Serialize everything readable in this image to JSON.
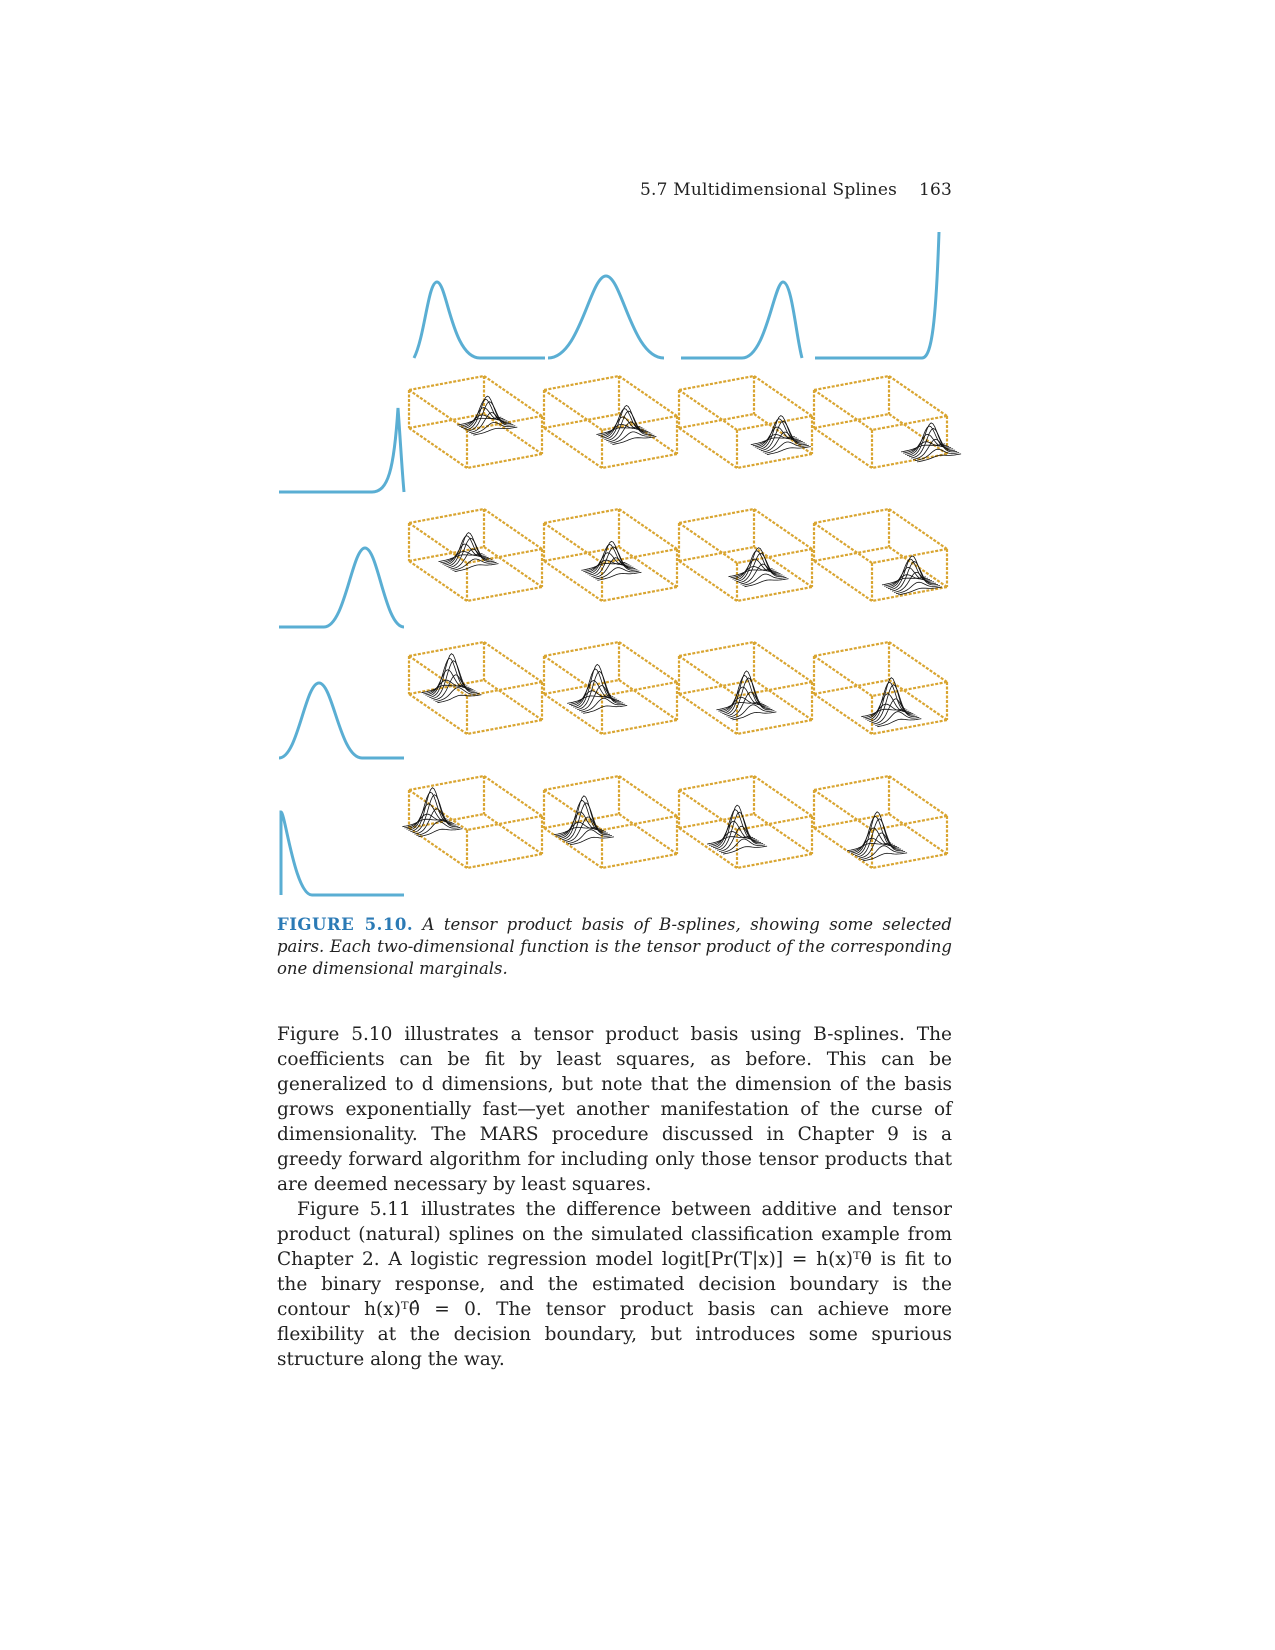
{
  "header": {
    "section_title": "5.7 Multidimensional Splines",
    "page_number": "163"
  },
  "figure": {
    "label": "FIGURE 5.10.",
    "caption": "A tensor product basis of B-splines, showing some selected pairs. Each two-dimensional function is the tensor product of the corresponding one dimensional marginals.",
    "colors": {
      "curve": "#5aaed3",
      "box": "#d9a531",
      "mesh": "#111111",
      "caption_label": "#2b7ab5"
    }
  },
  "body": {
    "paragraph_1": "Figure 5.10 illustrates a tensor product basis using B-splines. The coeffi­cients can be fit by least squares, as before. This can be generalized to d dimensions, but note that the dimension of the basis grows exponentially fast—yet another manifestation of the curse of dimensionality. The MARS procedure discussed in Chapter 9 is a greedy forward algorithm for includ­ing only those tensor products that are deemed necessary by least squares.",
    "paragraph_2": "Figure 5.11 illustrates the difference between additive and tensor product (natural) splines on the simulated classification example from Chapter 2. A logistic regression model logit[Pr(T|x)] = h(x)ᵀθ is fit to the binary re­sponse, and the estimated decision boundary is the contour h(x)ᵀθ̂ = 0. The tensor product basis can achieve more flexibility at the decision bound­ary, but introduces some spurious structure along the way."
  }
}
